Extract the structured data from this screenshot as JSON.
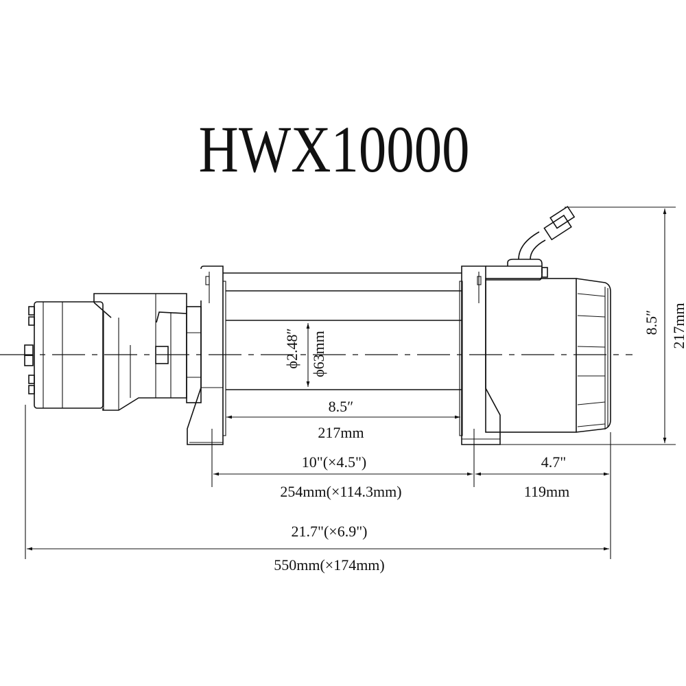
{
  "title": "HWX10000",
  "dimensions": {
    "drum_diameter_in": "ϕ2.48″",
    "drum_diameter_mm": "ϕ63mm",
    "drum_length_in": "8.5″",
    "drum_length_mm": "217mm",
    "height_in": "8.5″",
    "height_mm": "217mm",
    "mount_in": "10\"(×4.5\")",
    "mount_mm": "254mm(×114.3mm)",
    "motor_in": "4.7\"",
    "motor_mm": "119mm",
    "overall_in": "21.7\"(×6.9\")",
    "overall_mm": "550mm(×174mm)"
  }
}
